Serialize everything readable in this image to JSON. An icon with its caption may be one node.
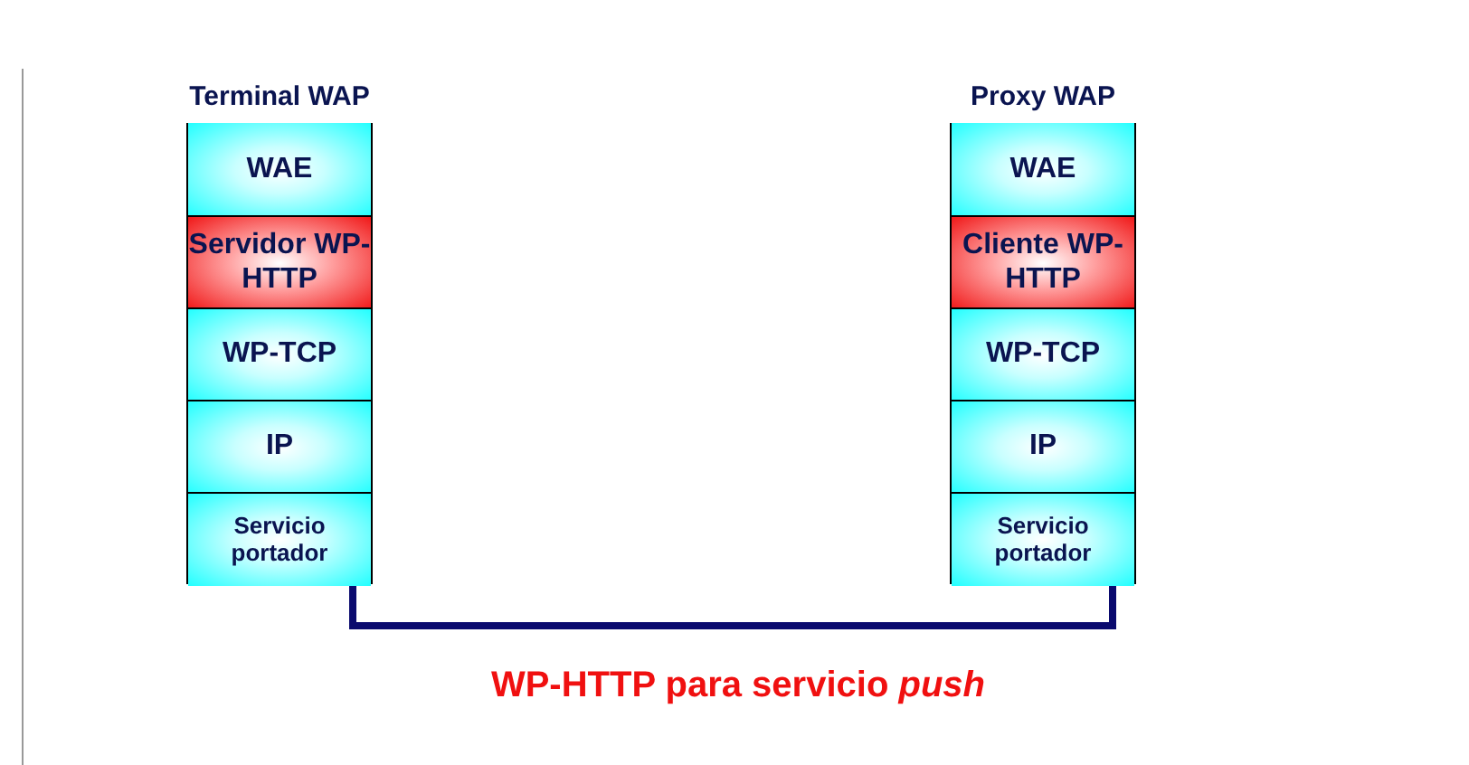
{
  "diagram": {
    "nodes": [
      {
        "text": [
          "Terminal WAP"
        ]
      },
      {
        "text": [
          "WAE"
        ],
        "in": 0
      },
      {
        "text": [
          "Servidor WP-HTTP"
        ],
        "in": 0
      },
      {
        "text": [
          "WP-TCP"
        ],
        "in": 0
      },
      {
        "text": [
          "IP"
        ],
        "in": 0
      },
      {
        "text": [
          "Servicio portador"
        ],
        "in": 0
      },
      {
        "text": [
          "Proxy WAP"
        ]
      },
      {
        "text": [
          "WAE"
        ],
        "in": 6
      },
      {
        "text": [
          "Cliente WP-HTTP"
        ],
        "in": 6
      },
      {
        "text": [
          "WP-TCP"
        ],
        "in": 6
      },
      {
        "text": [
          "IP"
        ],
        "in": 6
      },
      {
        "text": [
          "Servicio portador"
        ],
        "in": 6
      }
    ],
    "edges": [
      {
        "from": 5,
        "to": 11,
        "arrow": "none"
      }
    ],
    "caption": "WP-HTTP para servicio *push*"
  }
}
